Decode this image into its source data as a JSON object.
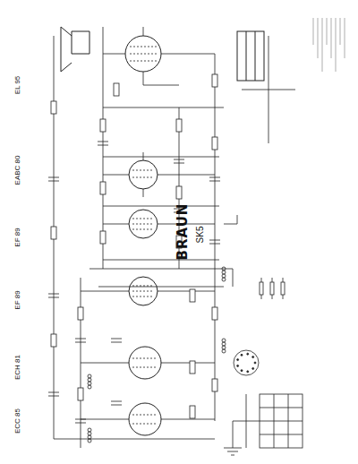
{
  "diagram": {
    "labels": [
      "EL 95",
      "EABC 80",
      "EF 89",
      "EF 89",
      "ECH 81",
      "ECC 85",
      "BRAUN",
      "SK5"
    ]
  }
}
